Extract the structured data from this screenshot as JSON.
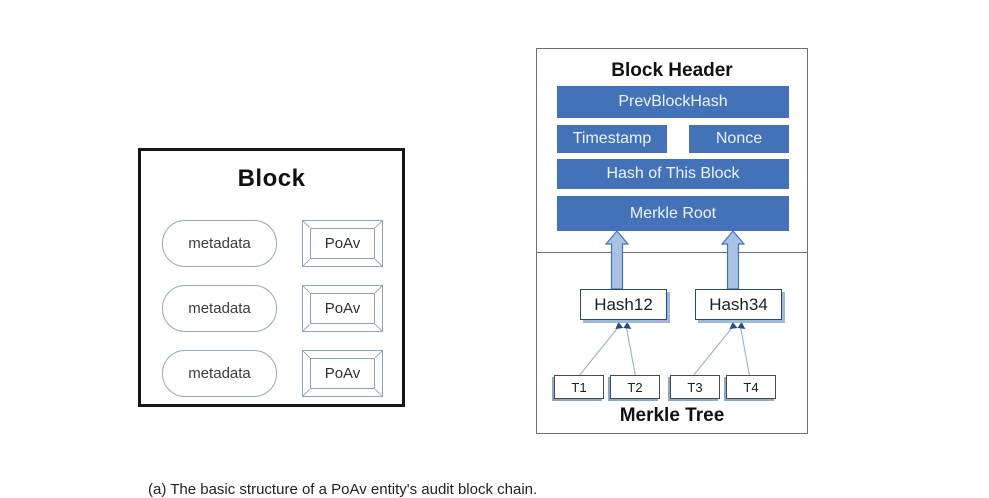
{
  "figure": {
    "caption": "(a) The basic structure of a PoAv entity's audit block chain.",
    "colors": {
      "header_field_fill": "#4472B8",
      "header_field_text": "#eef3fa",
      "arrow_fill": "#A7C2E2",
      "arrow_stroke": "#4472B8",
      "box_shadow_blue": "#9fb8d8",
      "frame_black": "#161616",
      "frame_gray": "#6f6f6f",
      "pill_border": "#9aabbe"
    }
  },
  "block_diagram": {
    "title": "Block",
    "rows": [
      {
        "metadata_label": "metadata",
        "poav_label": "PoAv"
      },
      {
        "metadata_label": "metadata",
        "poav_label": "PoAv"
      },
      {
        "metadata_label": "metadata",
        "poav_label": "PoAv"
      }
    ]
  },
  "block_header": {
    "title": "Block Header",
    "fields": [
      {
        "id": "prevblockhash",
        "label": "PrevBlockHash"
      },
      {
        "id": "timestamp",
        "label": "Timestamp"
      },
      {
        "id": "nonce",
        "label": "Nonce"
      },
      {
        "id": "hash_of_this_block",
        "label": "Hash of This Block"
      },
      {
        "id": "merkle_root",
        "label": "Merkle Root"
      }
    ]
  },
  "merkle_tree": {
    "label": "Merkle Tree",
    "hash_nodes": [
      {
        "id": "hash12",
        "label": "Hash12"
      },
      {
        "id": "hash34",
        "label": "Hash34"
      }
    ],
    "transactions": [
      {
        "id": "t1",
        "label": "T1"
      },
      {
        "id": "t2",
        "label": "T2"
      },
      {
        "id": "t3",
        "label": "T3"
      },
      {
        "id": "t4",
        "label": "T4"
      }
    ]
  }
}
